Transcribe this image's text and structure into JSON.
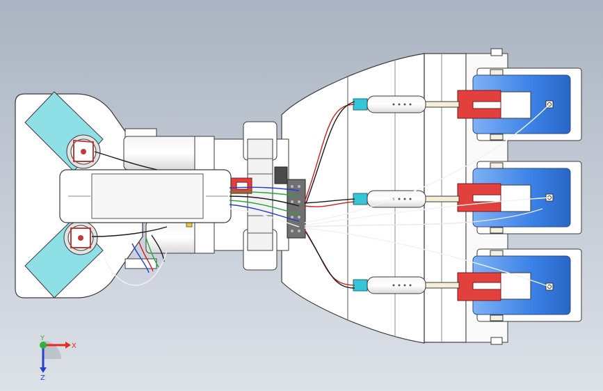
{
  "viewport": {
    "background_top": "#aab3c1",
    "background_bottom": "#dde1e8"
  },
  "model": {
    "part_color": "#ffffff",
    "edge_color": "#3a3a3a",
    "palm_plate_color": "#8fe0e6",
    "actuator_color": "#3b82e6",
    "bracket_color": "#e2403c",
    "connector_color": "#35c7d8",
    "wire_colors": [
      "#d01c1c",
      "#1a1a1a",
      "#1d3ed8",
      "#22a83a",
      "#f2f2f2"
    ]
  },
  "triad": {
    "x_label": "X",
    "y_label": "Y",
    "z_label": "Z",
    "x_color": "#e8281e",
    "y_color": "#2fb23a",
    "z_color": "#2540c9"
  }
}
